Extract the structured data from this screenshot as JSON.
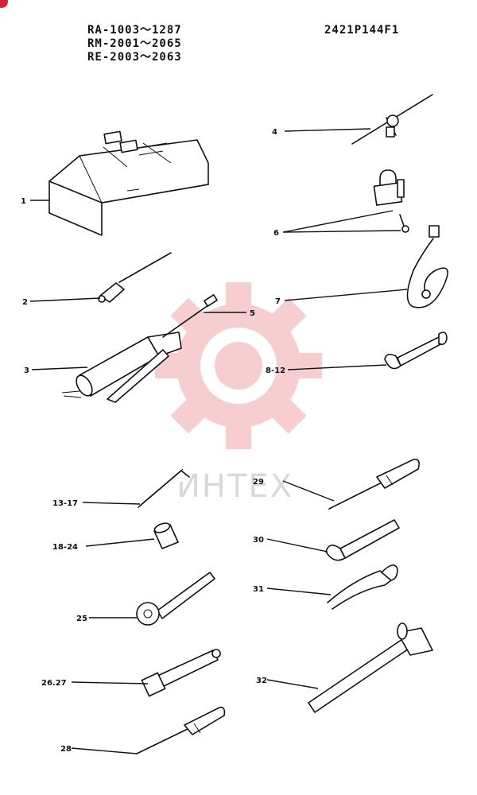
{
  "header": {
    "models": [
      "RA-1003～1287",
      "RM-2001～2065",
      "RE-2003～2063"
    ],
    "code": "2421P144F1"
  },
  "watermark": "ИНТЕХ",
  "accent_color": "#d9232e",
  "callouts": [
    "1",
    "2",
    "3",
    "4",
    "5",
    "6",
    "7",
    "8-12",
    "13-17",
    "18-24",
    "25",
    "26.27",
    "28",
    "29",
    "30",
    "31",
    "32"
  ],
  "parts": [
    {
      "callout": "1",
      "icon": "tool-box-icon"
    },
    {
      "callout": "2",
      "icon": "grease-nozzle-icon"
    },
    {
      "callout": "3",
      "icon": "grease-gun-icon"
    },
    {
      "callout": "4",
      "icon": "t-handle-wrench-icon"
    },
    {
      "callout": "5",
      "icon": "grease-gun-extension-icon"
    },
    {
      "callout": "6",
      "icon": "padlock-and-key-icon"
    },
    {
      "callout": "7",
      "icon": "flexible-hose-icon"
    },
    {
      "callout": "8-12",
      "icon": "open-end-wrench-icon"
    },
    {
      "callout": "13-17",
      "icon": "hex-key-icon"
    },
    {
      "callout": "18-24",
      "icon": "socket-icon"
    },
    {
      "callout": "25",
      "icon": "ratchet-handle-icon"
    },
    {
      "callout": "26.27",
      "icon": "extension-bar-icon"
    },
    {
      "callout": "28",
      "icon": "slotted-screwdriver-icon"
    },
    {
      "callout": "29",
      "icon": "phillips-screwdriver-icon"
    },
    {
      "callout": "30",
      "icon": "adjustable-wrench-icon"
    },
    {
      "callout": "31",
      "icon": "pliers-icon"
    },
    {
      "callout": "32",
      "icon": "hammer-icon"
    }
  ]
}
